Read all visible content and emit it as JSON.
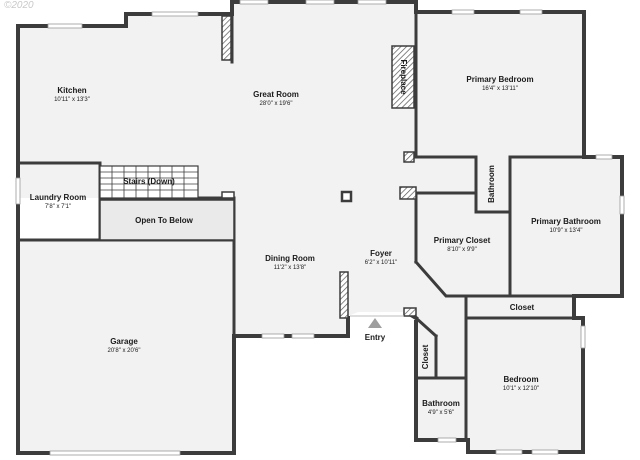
{
  "watermark": "©2020",
  "colors": {
    "wall": "#3c3c3c",
    "floor": "#f2f2f2",
    "hatch": "#555555",
    "entry_arrow": "#9e9e9e"
  },
  "rooms": [
    {
      "id": "kitchen",
      "name": "Kitchen",
      "dims": "10'11\" x 13'3\""
    },
    {
      "id": "great-room",
      "name": "Great Room",
      "dims": "28'0\" x 19'6\""
    },
    {
      "id": "primary-bedroom",
      "name": "Primary Bedroom",
      "dims": "16'4\" x 13'11\""
    },
    {
      "id": "laundry-room",
      "name": "Laundry Room",
      "dims": "7'8\" x 7'1\""
    },
    {
      "id": "garage",
      "name": "Garage",
      "dims": "20'8\" x 20'6\""
    },
    {
      "id": "dining-room",
      "name": "Dining Room",
      "dims": "11'2\" x 13'8\""
    },
    {
      "id": "foyer",
      "name": "Foyer",
      "dims": "6'2\" x 10'11\""
    },
    {
      "id": "primary-closet",
      "name": "Primary Closet",
      "dims": "8'10\" x 9'9\""
    },
    {
      "id": "primary-bathroom",
      "name": "Primary Bathroom",
      "dims": "10'9\" x 13'4\""
    },
    {
      "id": "bedroom",
      "name": "Bedroom",
      "dims": "10'1\" x 12'10\""
    },
    {
      "id": "bathroom-hall",
      "name": "Bathroom",
      "dims": "4'9\" x 5'6\""
    }
  ],
  "labels": {
    "stairs": "Stairs (Down)",
    "open_to_below": "Open To Below",
    "fireplace": "Fireplace",
    "primary_bath_small": "Bathroom",
    "closet_top": "Closet",
    "closet_side": "Closet",
    "entry": "Entry"
  }
}
